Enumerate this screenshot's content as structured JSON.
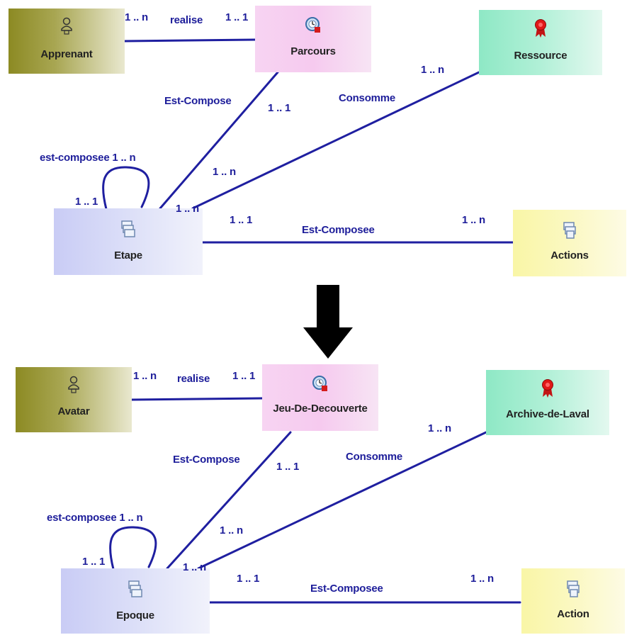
{
  "colors": {
    "line": "#1f1fa0",
    "text": "#1d1d9a"
  },
  "top": {
    "nodes": {
      "apprenant": {
        "label": "Apprenant",
        "icon": "actor-icon"
      },
      "parcours": {
        "label": "Parcours",
        "icon": "clock-badge-icon"
      },
      "ressource": {
        "label": "Ressource",
        "icon": "award-ribbon-icon"
      },
      "etape": {
        "label": "Etape",
        "icon": "stacked-pages-icon"
      },
      "actions": {
        "label": "Actions",
        "icon": "stacked-pages-icon"
      }
    },
    "labels": {
      "realise": "realise",
      "realise_src": "1 .. n",
      "realise_dst": "1 .. 1",
      "est_compose": "Est-Compose",
      "est_compose_card_top": "1 .. 1",
      "est_compose_card_bottom": "1 .. n",
      "consomme": "Consomme",
      "consomme_card_top": "1 .. n",
      "consomme_card_bottom": "1 .. n",
      "self_loop": "est-composee 1 .. n",
      "self_loop_card": "1 .. 1",
      "est_composee": "Est-Composee",
      "est_composee_src": "1 .. 1",
      "est_composee_dst": "1 .. n"
    }
  },
  "bottom": {
    "nodes": {
      "avatar": {
        "label": "Avatar",
        "icon": "actor-icon"
      },
      "jeu": {
        "label": "Jeu-De-Decouverte",
        "icon": "clock-badge-icon"
      },
      "archive": {
        "label": "Archive-de-Laval",
        "icon": "award-ribbon-icon"
      },
      "epoque": {
        "label": "Epoque",
        "icon": "stacked-pages-icon"
      },
      "action": {
        "label": "Action",
        "icon": "stacked-pages-icon"
      }
    },
    "labels": {
      "realise": "realise",
      "realise_src": "1 .. n",
      "realise_dst": "1 .. 1",
      "est_compose": "Est-Compose",
      "est_compose_card_top": "1 .. 1",
      "est_compose_card_bottom": "1 .. n",
      "consomme": "Consomme",
      "consomme_card_top": "1 .. n",
      "consomme_card_bottom": "1 .. n",
      "self_loop": "est-composee 1 .. n",
      "self_loop_card": "1 .. 1",
      "est_composee": "Est-Composee",
      "est_composee_src": "1 .. 1",
      "est_composee_dst": "1 .. n"
    }
  }
}
